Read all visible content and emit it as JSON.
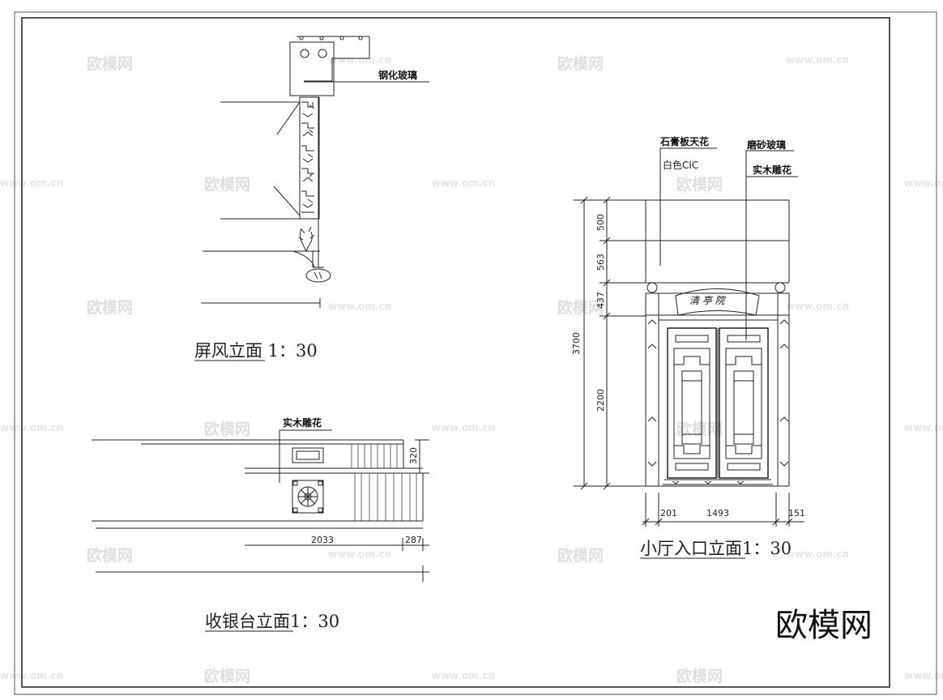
{
  "drawing": {
    "screen_elevation": {
      "title": "屏风立面 1：30",
      "notes": [
        "钢化玻璃"
      ]
    },
    "cashier_elevation": {
      "title": "收银台立面1：30",
      "notes": [
        "实木雕花"
      ],
      "dimensions": {
        "height": "320",
        "width": "2033",
        "side": "287"
      }
    },
    "entrance_elevation": {
      "title": "小厅入口立面1：30",
      "notes": [
        "石膏板天花",
        "白色CIC",
        "磨砂玻璃",
        "实木雕花"
      ],
      "sign_text": "清 亭 院",
      "dimensions": {
        "total_height": "3700",
        "top": "500",
        "upper": "563",
        "middle": "437",
        "door": "2200",
        "left": "201",
        "width": "1493",
        "right": "151"
      }
    },
    "watermark": {
      "brand": "欧模网",
      "url": "www.om.cn"
    }
  }
}
